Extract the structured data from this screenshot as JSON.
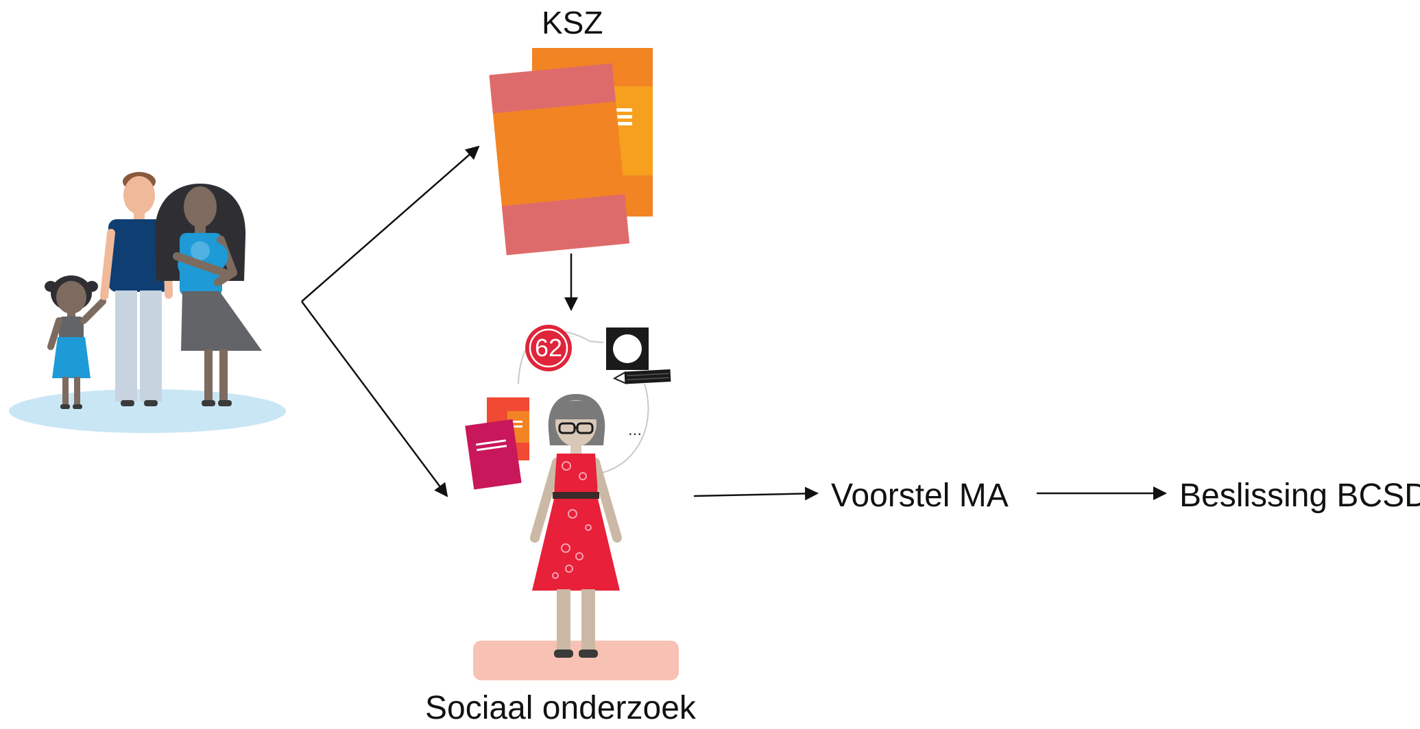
{
  "diagram": {
    "labels": {
      "ksz": "KSZ",
      "sociaal_onderzoek": "Sociaal onderzoek",
      "voorstel": "Voorstel MA",
      "beslissing": "Beslissing BCSD",
      "badge_number": "62",
      "ellipsis": "..."
    },
    "colors": {
      "family_ground": "#c9e6f5",
      "worker_ground": "#f7c2b3",
      "folder_orange": "#f28424",
      "folder_pink": "#de6b6b",
      "folder_yellow": "#f6a01e",
      "dress_red": "#e8203a",
      "badge_red": "#e0243a",
      "shirt_navy": "#0f3e73",
      "dress_grey": "#626467",
      "skin_brown": "#7d6b5f",
      "skin_light": "#f0b99a",
      "baby_blue": "#1e9ad6",
      "arrow": "#111111"
    }
  }
}
